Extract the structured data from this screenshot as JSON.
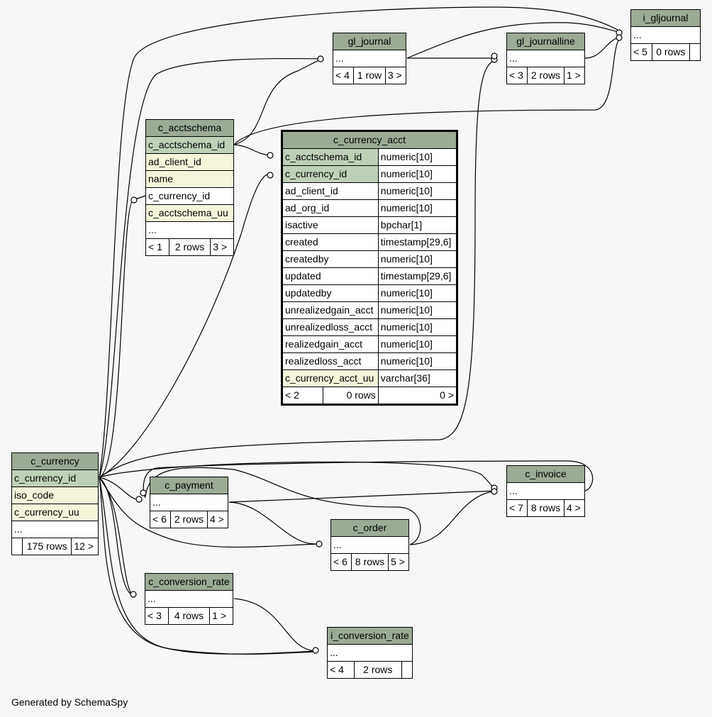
{
  "tables": {
    "c_currency_acct": {
      "name": "c_currency_acct",
      "columns": [
        {
          "name": "c_acctschema_id",
          "type": "numeric[10]"
        },
        {
          "name": "c_currency_id",
          "type": "numeric[10]"
        },
        {
          "name": "ad_client_id",
          "type": "numeric[10]"
        },
        {
          "name": "ad_org_id",
          "type": "numeric[10]"
        },
        {
          "name": "isactive",
          "type": "bpchar[1]"
        },
        {
          "name": "created",
          "type": "timestamp[29,6]"
        },
        {
          "name": "createdby",
          "type": "numeric[10]"
        },
        {
          "name": "updated",
          "type": "timestamp[29,6]"
        },
        {
          "name": "updatedby",
          "type": "numeric[10]"
        },
        {
          "name": "unrealizedgain_acct",
          "type": "numeric[10]"
        },
        {
          "name": "unrealizedloss_acct",
          "type": "numeric[10]"
        },
        {
          "name": "realizedgain_acct",
          "type": "numeric[10]"
        },
        {
          "name": "realizedloss_acct",
          "type": "numeric[10]"
        },
        {
          "name": "c_currency_acct_uu",
          "type": "varchar[36]"
        }
      ],
      "footer": {
        "parents": "< 2",
        "rows": "0 rows",
        "children": "0 >"
      }
    },
    "c_acctschema": {
      "name": "c_acctschema",
      "columns": [
        "c_acctschema_id",
        "ad_client_id",
        "name",
        "c_currency_id",
        "c_acctschema_uu",
        "..."
      ],
      "footer": {
        "parents": "< 1",
        "rows": "2 rows",
        "children": "3 >"
      }
    },
    "c_currency": {
      "name": "c_currency",
      "columns": [
        "c_currency_id",
        "iso_code",
        "c_currency_uu",
        "..."
      ],
      "footer": {
        "parents": "",
        "rows": "175 rows",
        "children": "12 >"
      }
    },
    "gl_journal": {
      "name": "gl_journal",
      "row": "...",
      "footer": {
        "parents": "< 4",
        "rows": "1 row",
        "children": "3 >"
      }
    },
    "gl_journalline": {
      "name": "gl_journalline",
      "row": "...",
      "footer": {
        "parents": "< 3",
        "rows": "2 rows",
        "children": "1 >"
      }
    },
    "i_gljournal": {
      "name": "i_gljournal",
      "row": "...",
      "footer": {
        "parents": "< 5",
        "rows": "0 rows",
        "children": ""
      }
    },
    "c_payment": {
      "name": "c_payment",
      "row": "...",
      "footer": {
        "parents": "< 6",
        "rows": "2 rows",
        "children": "4 >"
      }
    },
    "c_invoice": {
      "name": "c_invoice",
      "row": "...",
      "footer": {
        "parents": "< 7",
        "rows": "8 rows",
        "children": "4 >"
      }
    },
    "c_order": {
      "name": "c_order",
      "row": "...",
      "footer": {
        "parents": "< 6",
        "rows": "8 rows",
        "children": "5 >"
      }
    },
    "c_conversion_rate": {
      "name": "c_conversion_rate",
      "row": "...",
      "footer": {
        "parents": "< 3",
        "rows": "4 rows",
        "children": "1 >"
      }
    },
    "i_conversion_rate": {
      "name": "i_conversion_rate",
      "row": "...",
      "footer": {
        "parents": "< 4",
        "rows": "2 rows",
        "children": ""
      }
    }
  },
  "footer_text": "Generated by SchemaSpy"
}
